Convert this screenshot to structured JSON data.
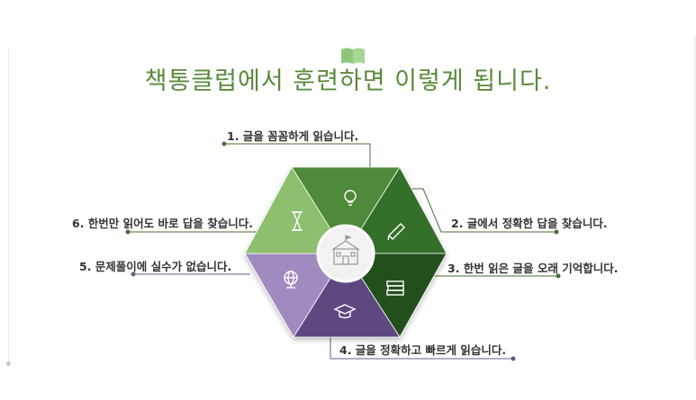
{
  "title": "책통클럽에서 훈련하면 이렇게 됩니다.",
  "center_icon": "school-building-icon",
  "items": [
    {
      "label": "1. 글을 꼼꼼하게 읽습니다.",
      "icon": "lightbulb-icon",
      "color": "#4f8a3a"
    },
    {
      "label": "2. 글에서 정확한 답을 찾습니다.",
      "icon": "pencil-icon",
      "color": "#36702b"
    },
    {
      "label": "3. 한번 읽은 글을 오래 기억합니다.",
      "icon": "books-icon",
      "color": "#234f1c"
    },
    {
      "label": "4. 글을 정확하고 빠르게 읽습니다.",
      "icon": "graduation-cap-icon",
      "color": "#5d4980"
    },
    {
      "label": "5. 문제풀이에 실수가 없습니다.",
      "icon": "globe-icon",
      "color": "#a08bc0"
    },
    {
      "label": "6. 한번만 읽어도 바로 답을 찾습니다.",
      "icon": "hourglass-icon",
      "color": "#8cbf6e"
    }
  ],
  "colors": {
    "title": "#5a8a3c",
    "book": "#8ec97a",
    "connector_green": "#4a6e3a",
    "connector_purple": "#6a5a8a"
  }
}
